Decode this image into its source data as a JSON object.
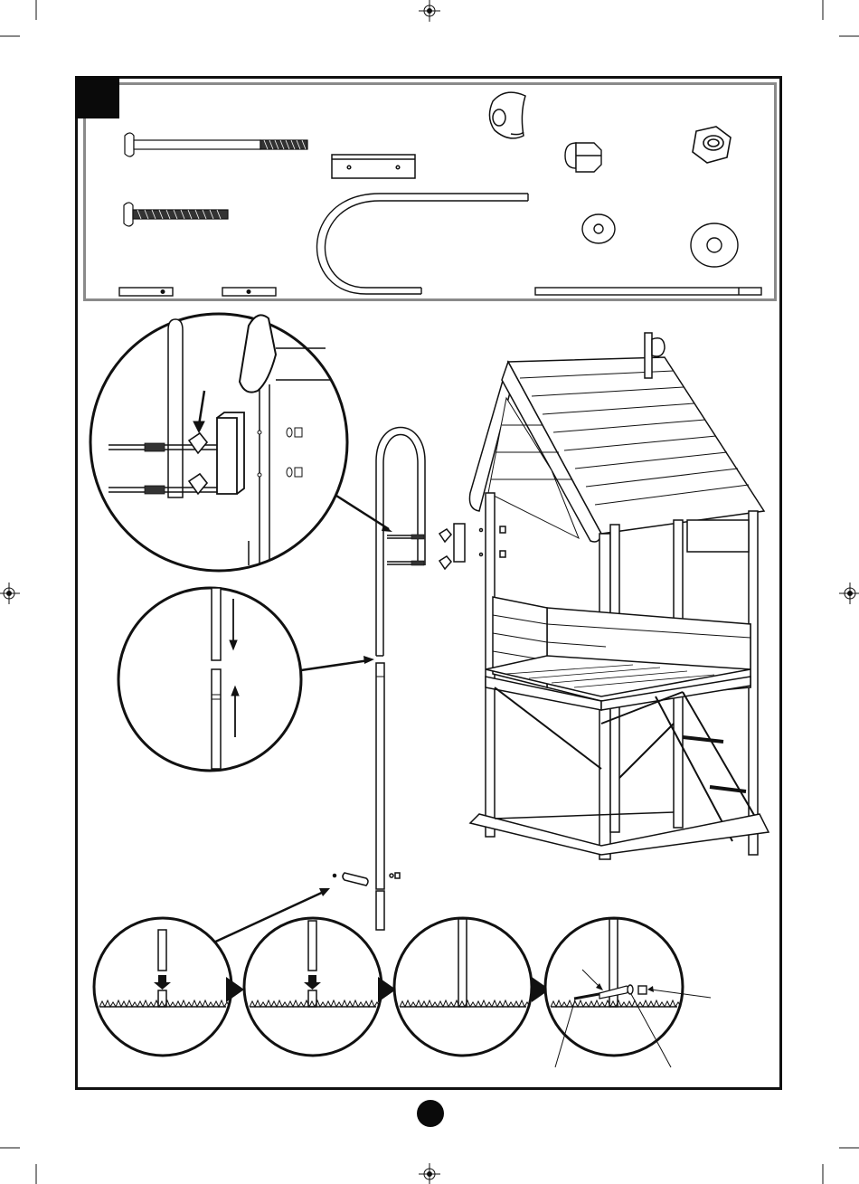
{
  "document": {
    "type": "assembly-instruction-page",
    "step_number": "",
    "page_number": ""
  },
  "parts": [
    {
      "name": "long-carriage-bolt"
    },
    {
      "name": "short-bolt"
    },
    {
      "name": "mounting-block"
    },
    {
      "name": "u-bend-handle-rail"
    },
    {
      "name": "triangular-spacer"
    },
    {
      "name": "acorn-cap-nut"
    },
    {
      "name": "lock-nut"
    },
    {
      "name": "small-washer"
    },
    {
      "name": "large-washer"
    },
    {
      "name": "short-tube-a"
    },
    {
      "name": "short-tube-b"
    },
    {
      "name": "long-straight-rail"
    }
  ],
  "detail_callouts": [
    {
      "name": "handle-mount-detail"
    },
    {
      "name": "tube-joint-detail"
    }
  ],
  "ground_sequence": {
    "steps": 4,
    "arrow_glyph": "▶"
  },
  "colors": {
    "ink": "#111111",
    "frame_gray": "#8a8a8a",
    "badge": "#0a0a0a"
  }
}
